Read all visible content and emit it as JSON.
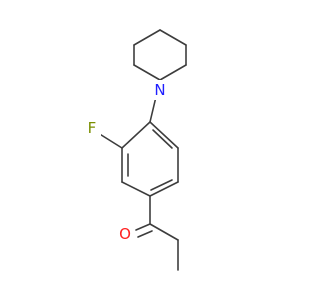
{
  "molecule": {
    "colors": {
      "bond": "#3d3d3d",
      "nitrogen": "#2020ff",
      "fluorine": "#7a8e00",
      "oxygen": "#ff2020",
      "background": "#ffffff"
    },
    "atoms": {
      "nitrogen": "N",
      "fluorine": "F",
      "oxygen": "O"
    }
  }
}
